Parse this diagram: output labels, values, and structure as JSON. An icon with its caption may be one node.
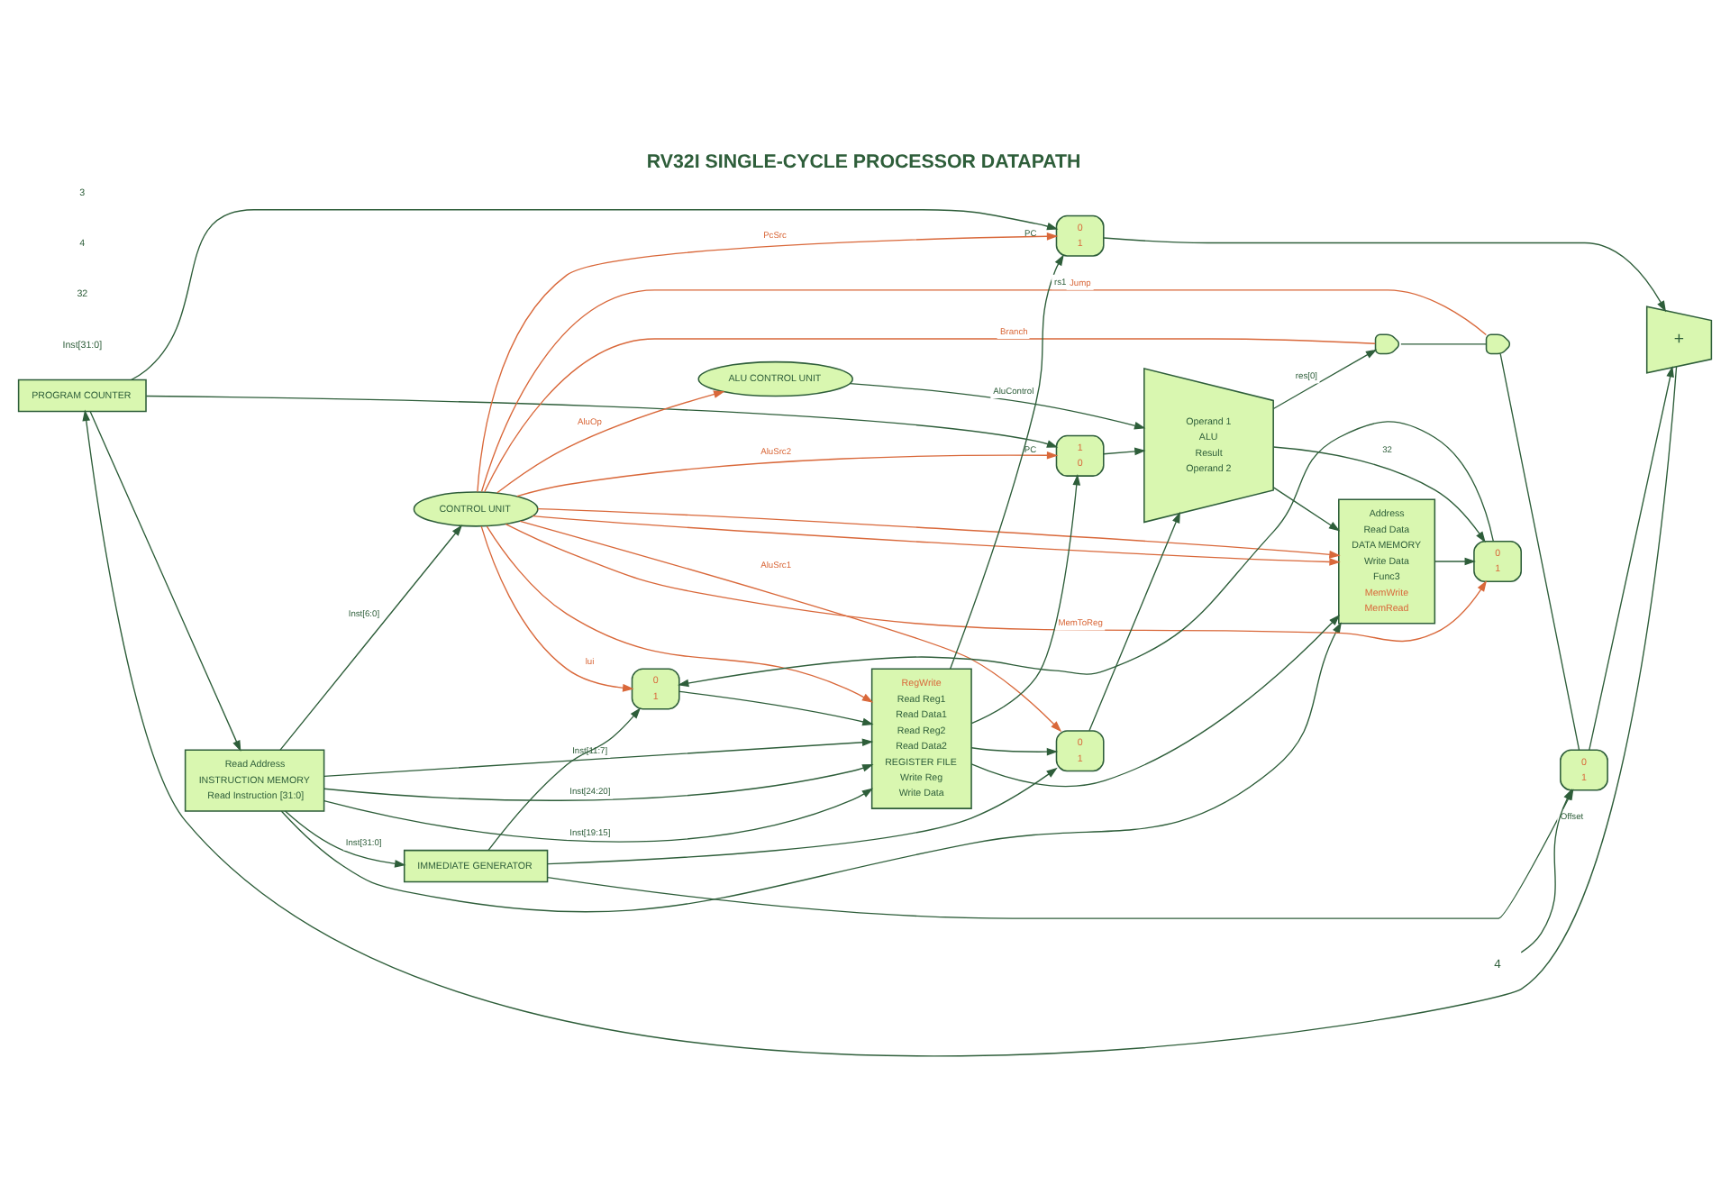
{
  "diagram": {
    "title": "RV32I SINGLE-CYCLE PROCESSOR DATAPATH",
    "nodes": [
      {
        "text": [
          "PROGRAM COUNTER"
        ]
      },
      {
        "text": [
          "Read Address",
          "INSTRUCTION MEMORY",
          "Read Instruction [31:0]"
        ]
      },
      {
        "text": [
          "CONTROL UNIT"
        ]
      },
      {
        "text": [
          "RegWrite",
          "Read Reg1",
          "Read Data1",
          "Read Reg2",
          "Read Data2",
          "REGISTER FILE",
          "Write Reg",
          "Write Data"
        ]
      },
      {
        "text": [
          "0",
          "1"
        ]
      },
      {
        "text": [
          "IMMEDIATE GENERATOR"
        ]
      },
      {
        "text": [
          "1",
          "0"
        ]
      },
      {
        "text": [
          "0",
          "1"
        ]
      },
      {
        "text": [
          "Operand 1",
          "ALU",
          "Result",
          "Operand 2"
        ]
      },
      {
        "text": [
          "ALU CONTROL UNIT"
        ]
      },
      {
        "text": [
          "Address",
          "Read Data",
          "DATA MEMORY",
          "Write Data",
          "Func3",
          "MemWrite",
          "MemRead"
        ]
      },
      {
        "text": [
          "0",
          "1"
        ]
      },
      {
        "text": [
          "0",
          "1"
        ]
      },
      {
        "text": [
          "0",
          "1"
        ]
      },
      {
        "text": [
          "+"
        ]
      },
      {
        "text": [],
        "shape": "gate"
      },
      {
        "text": [],
        "shape": "gate"
      },
      {
        "text": [
          "4"
        ]
      }
    ],
    "edges": [
      {
        "from": 14,
        "to": 0,
        "arrow": "to"
      },
      {
        "from": 0,
        "to": 1,
        "arrow": "to"
      },
      {
        "from": 0,
        "to": 12,
        "arrow": "to",
        "label": "PC"
      },
      {
        "from": 0,
        "to": 6,
        "arrow": "to",
        "label": "PC"
      },
      {
        "from": 1,
        "to": 2,
        "arrow": "to",
        "label": "Inst[6:0]"
      },
      {
        "from": 1,
        "to": 3,
        "arrow": "to",
        "label": "Inst[19:15]"
      },
      {
        "from": 1,
        "to": 3,
        "arrow": "to",
        "label": "Inst[24:20]"
      },
      {
        "from": 1,
        "to": 3,
        "arrow": "to",
        "label": "Inst[11:7]"
      },
      {
        "from": 1,
        "to": 5,
        "arrow": "to",
        "label": "Inst[31:0]"
      },
      {
        "from": 1,
        "to": 10,
        "arrow": "to"
      },
      {
        "from": 4,
        "to": 3,
        "arrow": "to"
      },
      {
        "from": 5,
        "to": 4,
        "arrow": "to"
      },
      {
        "from": 5,
        "to": 7,
        "arrow": "to"
      },
      {
        "from": 5,
        "to": 13,
        "arrow": "to",
        "label": "Offset"
      },
      {
        "from": 3,
        "to": 6,
        "arrow": "to"
      },
      {
        "from": 3,
        "to": 12,
        "arrow": "to",
        "label": "rs1"
      },
      {
        "from": 3,
        "to": 7,
        "arrow": "to"
      },
      {
        "from": 3,
        "to": 10,
        "arrow": "to"
      },
      {
        "from": 6,
        "to": 8,
        "arrow": "to"
      },
      {
        "from": 7,
        "to": 8,
        "arrow": "to"
      },
      {
        "from": 9,
        "to": 8,
        "arrow": "to",
        "label": "AluControl"
      },
      {
        "from": 8,
        "to": 10,
        "arrow": "to"
      },
      {
        "from": 8,
        "to": 11,
        "arrow": "to",
        "label": "32"
      },
      {
        "from": 8,
        "to": 15,
        "arrow": "to",
        "label": "res[0]"
      },
      {
        "from": 10,
        "to": 11,
        "arrow": "to"
      },
      {
        "from": 11,
        "to": 4,
        "arrow": "to"
      },
      {
        "from": 12,
        "to": 14,
        "arrow": "to"
      },
      {
        "from": 13,
        "to": 14,
        "arrow": "to"
      },
      {
        "from": 17,
        "to": 13,
        "arrow": "to"
      },
      {
        "from": 15,
        "to": 16,
        "arrow": "none"
      },
      {
        "from": 16,
        "to": 13,
        "arrow": "none"
      },
      {
        "from": 2,
        "to": 12,
        "arrow": "to",
        "label": "PcSrc",
        "color": "#d9683a"
      },
      {
        "from": 2,
        "to": 11,
        "arrow": "to",
        "label": "MemToReg",
        "color": "#d9683a"
      },
      {
        "from": 2,
        "to": 10,
        "arrow": "to",
        "color": "#d9683a"
      },
      {
        "from": 2,
        "to": 10,
        "arrow": "to",
        "color": "#d9683a"
      },
      {
        "from": 2,
        "to": 9,
        "arrow": "to",
        "label": "AluOp",
        "color": "#d9683a"
      },
      {
        "from": 2,
        "to": 6,
        "arrow": "to",
        "label": "AluSrc2",
        "color": "#d9683a"
      },
      {
        "from": 2,
        "to": 7,
        "arrow": "to",
        "label": "AluSrc1",
        "color": "#d9683a"
      },
      {
        "from": 2,
        "to": 3,
        "arrow": "to",
        "color": "#d9683a"
      },
      {
        "from": 2,
        "to": 16,
        "arrow": "none",
        "label": "Jump",
        "color": "#d9683a"
      },
      {
        "from": 2,
        "to": 15,
        "arrow": "none",
        "label": "Branch",
        "color": "#d9683a"
      },
      {
        "from": 2,
        "to": 4,
        "arrow": "to",
        "label": "lui",
        "color": "#d9683a"
      }
    ],
    "labels": [
      "Inst[31:0]",
      "32",
      "4",
      "3"
    ]
  }
}
